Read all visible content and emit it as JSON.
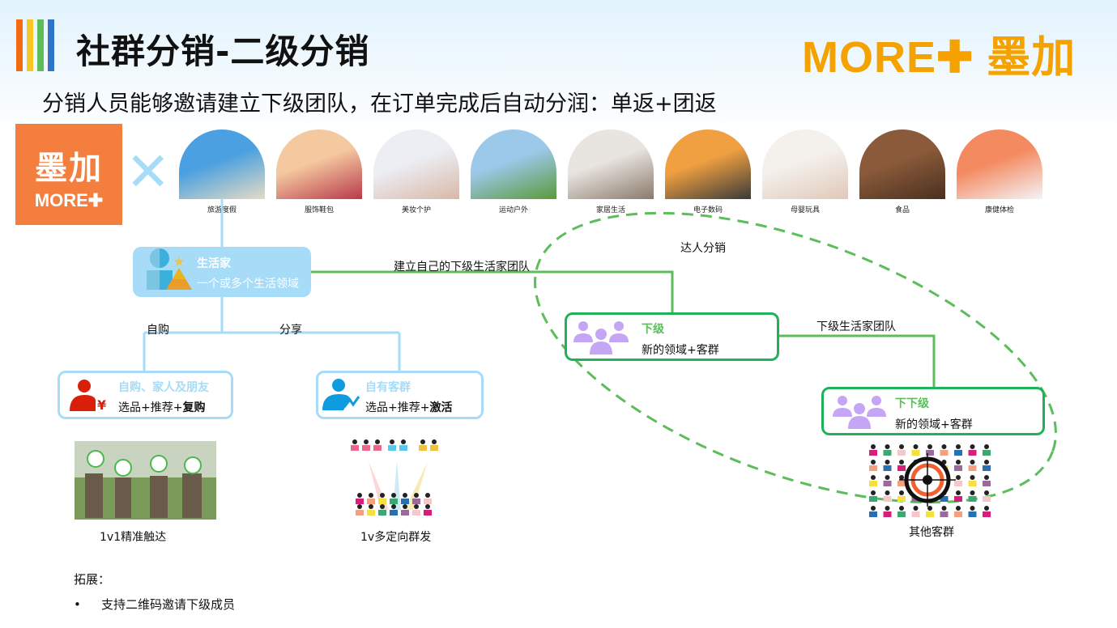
{
  "header": {
    "title": "社群分销-二级分销",
    "brand": "MORE✚ 墨加",
    "subtitle": "分销人员能够邀请建立下级团队，在订单完成后自动分润：单返+团返"
  },
  "logo": {
    "cn": "墨加",
    "en": "MORE✚"
  },
  "colors": {
    "bar1": "#f26b12",
    "bar2": "#f8c625",
    "bar3": "#5cbd5a",
    "bar4": "#2e74c9",
    "brand": "#f5a100",
    "lightblue": "#a6dcf8",
    "green": "#1fb25a",
    "purple": "#c4a6f4"
  },
  "categories": [
    {
      "label": "旅游度假",
      "c1": "#4aa0e0",
      "c2": "#e6dcc4"
    },
    {
      "label": "服饰鞋包",
      "c1": "#f5c9a0",
      "c2": "#b83a4a"
    },
    {
      "label": "美妆个护",
      "c1": "#eceef4",
      "c2": "#d8b8a8"
    },
    {
      "label": "运动户外",
      "c1": "#9cc8ea",
      "c2": "#5a9a3a"
    },
    {
      "label": "家居生活",
      "c1": "#e8e4e0",
      "c2": "#8a7a6a"
    },
    {
      "label": "电子数码",
      "c1": "#f0a040",
      "c2": "#3a3a3a"
    },
    {
      "label": "母婴玩具",
      "c1": "#f4f0ec",
      "c2": "#e0c8b8"
    },
    {
      "label": "食品",
      "c1": "#8a5a3a",
      "c2": "#4a3020"
    },
    {
      "label": "康健体检",
      "c1": "#f48a60",
      "c2": "#f4f4f8"
    }
  ],
  "nodes": {
    "root": {
      "title": "生活家",
      "desc": "一个或多个生活领域"
    },
    "self": {
      "title": "自购、家人及朋友",
      "desc_a": "选品+推荐+",
      "desc_b": "复购"
    },
    "own": {
      "title": "自有客群",
      "desc_a": "选品+推荐+",
      "desc_b": "激活"
    },
    "sub": {
      "title": "下级",
      "desc": "新的领域+客群"
    },
    "subsub": {
      "title": "下下级",
      "desc": "新的领域+客群"
    }
  },
  "edges": {
    "self": "自购",
    "share": "分享",
    "build": "建立自己的下级生活家团队",
    "team": "下级生活家团队",
    "expert": "达人分销"
  },
  "captions": {
    "one": "1v1精准触达",
    "many": "1v多定向群发",
    "other": "其他客群"
  },
  "extension": {
    "heading": "拓展：",
    "items": [
      "支持二维码邀请下级成员"
    ]
  }
}
